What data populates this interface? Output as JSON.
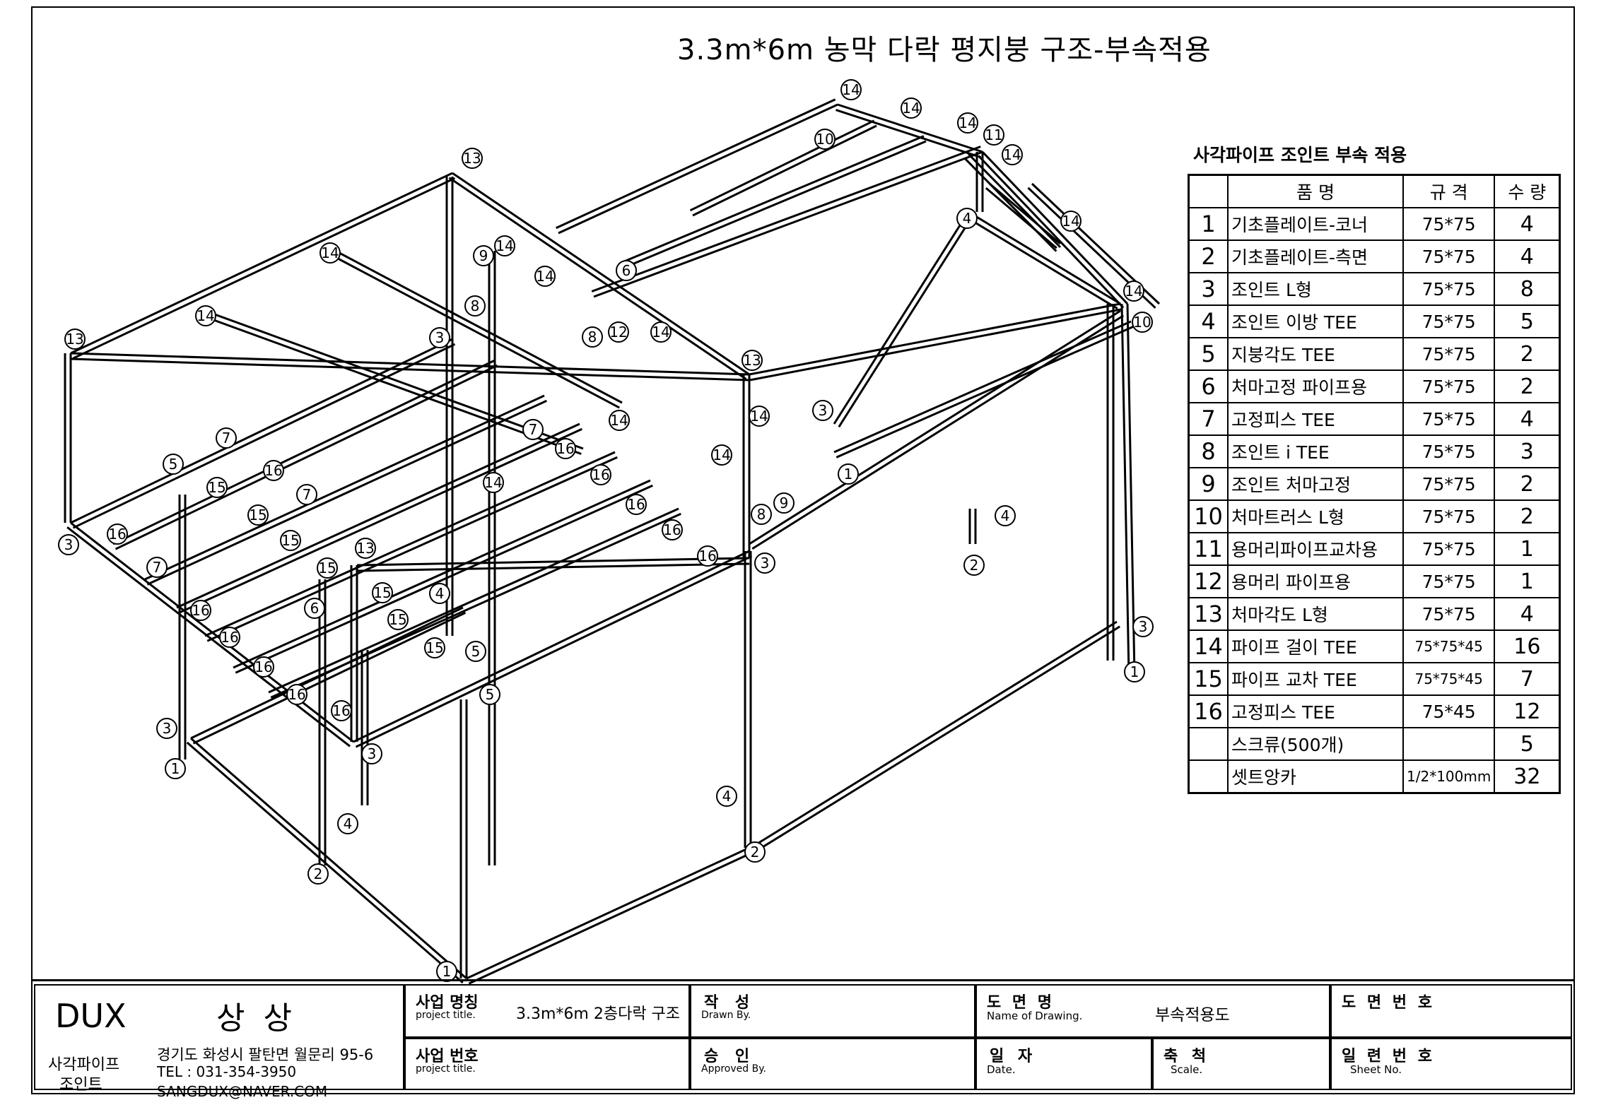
{
  "title": "3.3m*6m 농막 다락 평지붕 구조-부속적용",
  "parts_section_title": "사각파이프 조인트 부속 적용",
  "parts_table": {
    "headers": [
      "품 명",
      "규 격",
      "수 량"
    ],
    "rows": [
      {
        "no": "1",
        "name": "기초플레이트-코너",
        "spec": "75*75",
        "qty": "4"
      },
      {
        "no": "2",
        "name": "기초플레이트-측면",
        "spec": "75*75",
        "qty": "4"
      },
      {
        "no": "3",
        "name": "조인트 L형",
        "spec": "75*75",
        "qty": "8"
      },
      {
        "no": "4",
        "name": "조인트 이방 TEE",
        "spec": "75*75",
        "qty": "5"
      },
      {
        "no": "5",
        "name": "지붕각도 TEE",
        "spec": "75*75",
        "qty": "2"
      },
      {
        "no": "6",
        "name": "처마고정 파이프용",
        "spec": "75*75",
        "qty": "2"
      },
      {
        "no": "7",
        "name": "고정피스 TEE",
        "spec": "75*75",
        "qty": "4"
      },
      {
        "no": "8",
        "name": "조인트 i TEE",
        "spec": "75*75",
        "qty": "3"
      },
      {
        "no": "9",
        "name": "조인트 처마고정",
        "spec": "75*75",
        "qty": "2"
      },
      {
        "no": "10",
        "name": "처마트러스 L형",
        "spec": "75*75",
        "qty": "2"
      },
      {
        "no": "11",
        "name": "용머리파이프교차용",
        "spec": "75*75",
        "qty": "1"
      },
      {
        "no": "12",
        "name": "용머리 파이프용",
        "spec": "75*75",
        "qty": "1"
      },
      {
        "no": "13",
        "name": "처마각도 L형",
        "spec": "75*75",
        "qty": "4"
      },
      {
        "no": "14",
        "name": "파이프 걸이 TEE",
        "spec": "75*75*45",
        "qty": "16"
      },
      {
        "no": "15",
        "name": "파이프 교차 TEE",
        "spec": "75*75*45",
        "qty": "7"
      },
      {
        "no": "16",
        "name": "고정피스 TEE",
        "spec": "75*45",
        "qty": "12"
      },
      {
        "no": "",
        "name": "스크류(500개)",
        "spec": "",
        "qty": "5"
      },
      {
        "no": "",
        "name": "셋트앙카",
        "spec": "1/2*100mm",
        "qty": "32"
      }
    ]
  },
  "title_block": {
    "company": "DUX",
    "company_kr": "상 상",
    "brand_line1": "사각파이프",
    "brand_line2": "조인트",
    "address": "경기도 화성시 팔탄면 월문리 95-6",
    "tel": "TEL : 031-354-3950",
    "email": "SANGDUX@NAVER.COM",
    "project_name_label": "사업 명칭",
    "project_name_sub": "project title.",
    "project_name_value": "3.3m*6m 2층다락 구조",
    "project_no_label": "사업 번호",
    "project_no_sub": "project title.",
    "drawn_label": "작 성",
    "drawn_sub": "Drawn By.",
    "approved_label": "승 인",
    "approved_sub": "Approved By.",
    "drawing_name_label": "도 면 명",
    "drawing_name_sub": "Name of Drawing.",
    "drawing_name_value": "부속적용도",
    "date_label": "일 자",
    "date_sub": "Date.",
    "scale_label": "축 척",
    "scale_sub": "Scale.",
    "drawing_no_label": "도 면 번 호",
    "sheet_no_label": "일 련 번 호",
    "sheet_no_sub": "Sheet No."
  },
  "callouts": [
    "1",
    "2",
    "3",
    "4",
    "5",
    "6",
    "7",
    "8",
    "9",
    "10",
    "11",
    "12",
    "13",
    "14",
    "15",
    "16"
  ]
}
